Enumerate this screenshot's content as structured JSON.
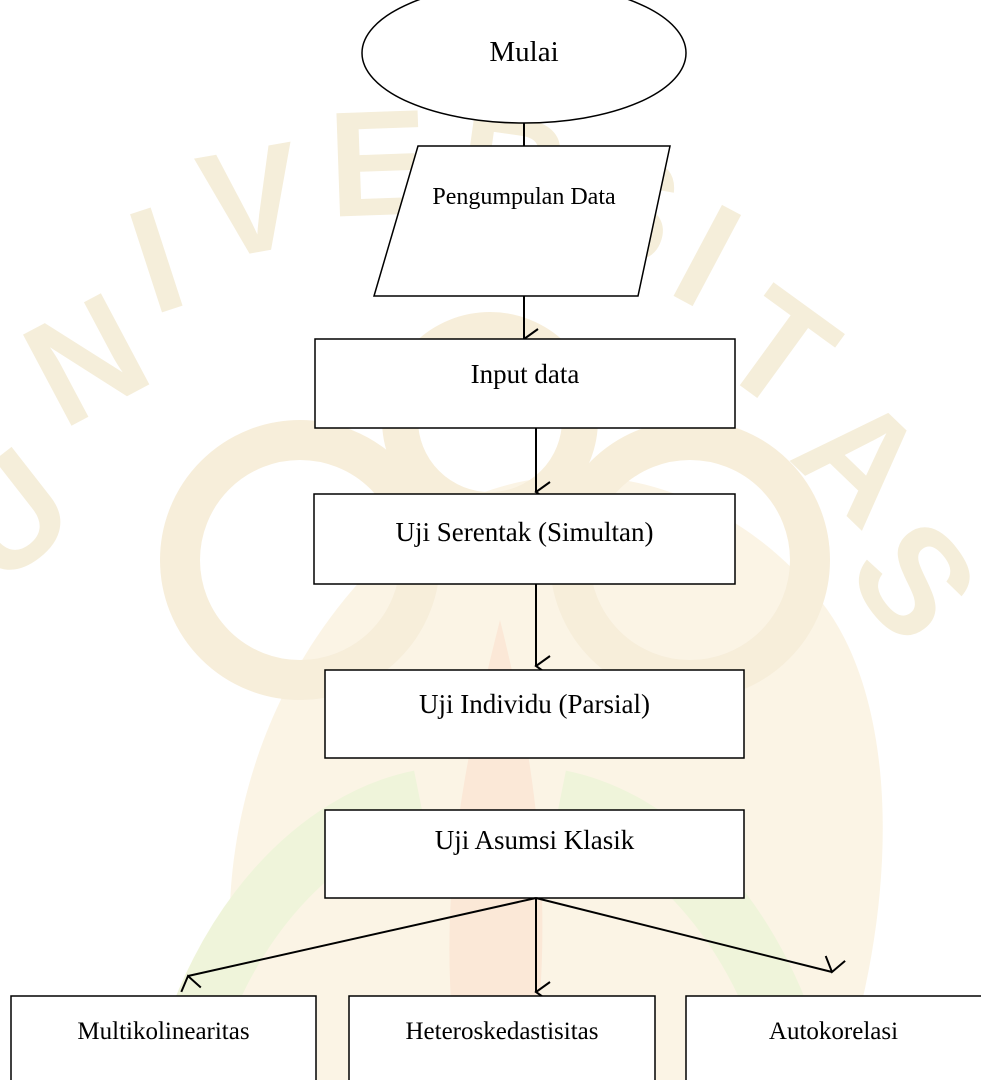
{
  "watermark": {
    "text": "UNIVERSITAS"
  },
  "flowchart": {
    "nodes": {
      "start": "Mulai",
      "collect": "Pengumpulan Data",
      "input": "Input data",
      "simultaneous": "Uji Serentak (Simultan)",
      "partial": "Uji Individu (Parsial)",
      "classic": "Uji Asumsi Klasik",
      "multicollinearity": "Multikolinearitas",
      "heteroscedasticity": "Heteroskedastisitas",
      "autocorrelation": "Autokorelasi"
    }
  },
  "colors": {
    "watermark": "#f4ecd6",
    "watermark_accent": "#fbecc9",
    "stroke": "#000000",
    "background": "#ffffff"
  }
}
